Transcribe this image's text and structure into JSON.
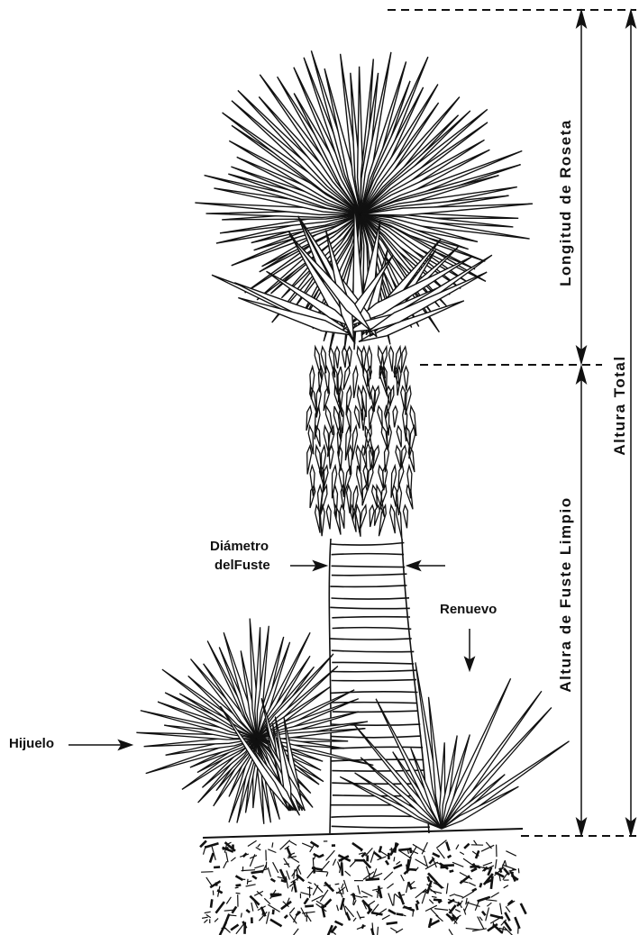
{
  "labels": {
    "longitud_roseta": "Longitud  de  Roseta",
    "altura_total": "Altura  Total",
    "altura_fuste": "Altura  de  Fuste  Limpio",
    "diametro_line1": "Diámetro",
    "diametro_line2": "delFuste",
    "renuevo": "Renuevo",
    "hijuelo": "Hijuelo"
  },
  "icons": [
    "rosette-crown",
    "trunk",
    "offshoot-rosette",
    "sprout",
    "soil",
    "dimension-arrow"
  ],
  "colors": {
    "ink": "#111111",
    "background": "#ffffff"
  }
}
